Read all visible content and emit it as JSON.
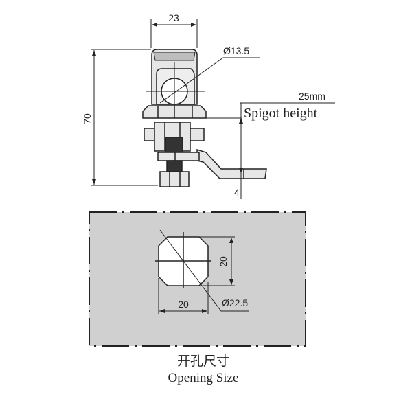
{
  "lock_drawing": {
    "width_label": "23",
    "height_label": "70",
    "diameter_label": "Ø13.5",
    "spigot_value": "25mm",
    "spigot_label": "Spigot height",
    "offset_label": "4"
  },
  "opening": {
    "width_label": "20",
    "height_label": "20",
    "diameter_label": "Ø22.5",
    "title_cn": "开孔尺寸",
    "title_en": "Opening Size"
  },
  "colors": {
    "panel": "#d0d0d0",
    "metal": "#e6e6e6",
    "line": "#222222"
  }
}
